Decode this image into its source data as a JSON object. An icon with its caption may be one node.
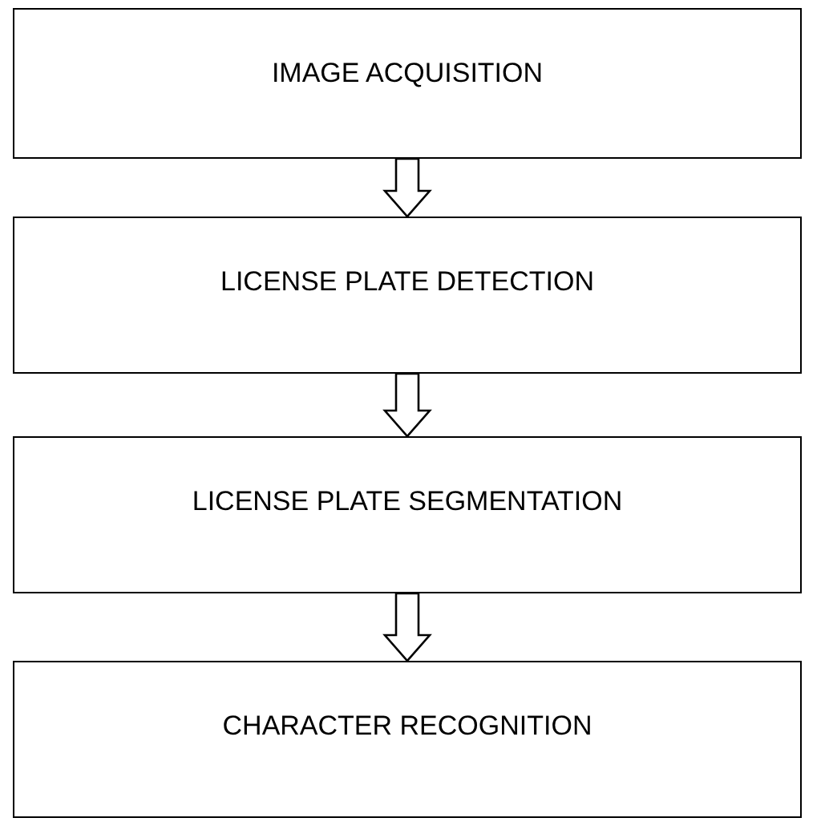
{
  "diagram": {
    "nodes": [
      {
        "text": [
          "IMAGE ACQUISITION"
        ]
      },
      {
        "text": [
          "LICENSE PLATE DETECTION"
        ]
      },
      {
        "text": [
          "LICENSE PLATE SEGMENTATION"
        ]
      },
      {
        "text": [
          "CHARACTER RECOGNITION"
        ]
      }
    ],
    "edges": [
      {
        "from": 0,
        "to": 1,
        "arrow": "to"
      },
      {
        "from": 1,
        "to": 2,
        "arrow": "to"
      },
      {
        "from": 2,
        "to": 3,
        "arrow": "to"
      }
    ]
  }
}
